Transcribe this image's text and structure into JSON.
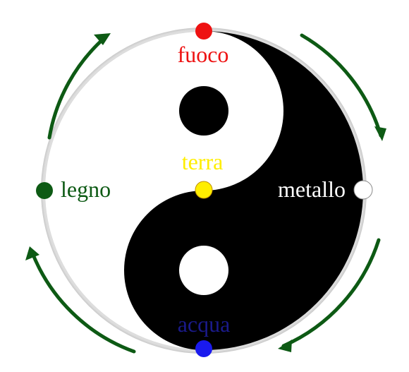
{
  "elements": {
    "fire": {
      "label": "fuoco",
      "color": "#ee1111"
    },
    "earth": {
      "label": "terra",
      "color": "#ffee00"
    },
    "metal": {
      "label": "metallo",
      "color": "#ffffff"
    },
    "wood": {
      "label": "legno",
      "color": "#0d5a14"
    },
    "water": {
      "label": "acqua",
      "color": "#1a1aee"
    }
  },
  "symbol": {
    "dark": "#000000",
    "light": "#ffffff"
  },
  "cycle_arrow_color": "#0d5a14"
}
